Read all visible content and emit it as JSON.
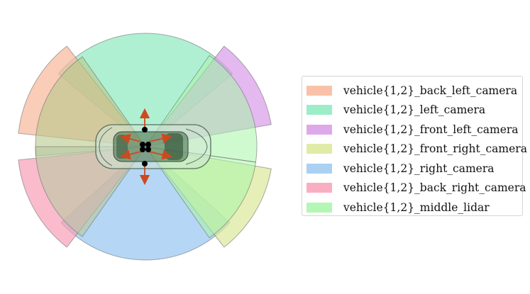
{
  "legend": {
    "entries": [
      {
        "label": "vehicle{1,2}_back_left_camera",
        "color": "#f8b89a"
      },
      {
        "label": "vehicle{1,2}_left_camera",
        "color": "#8deac0"
      },
      {
        "label": "vehicle{1,2}_front_left_camera",
        "color": "#d99be8"
      },
      {
        "label": "vehicle{1,2}_front_right_camera",
        "color": "#dbe89a"
      },
      {
        "label": "vehicle{1,2}_right_camera",
        "color": "#9cc8f0"
      },
      {
        "label": "vehicle{1,2}_back_right_camera",
        "color": "#f8a0b8"
      },
      {
        "label": "vehicle{1,2}_middle_lidar",
        "color": "#a8f5a8"
      }
    ]
  },
  "colors": {
    "background": "#ffffff",
    "sensor_dot": "#000000",
    "arrow": "#cc4a1e",
    "car_body": "#cfe3d6",
    "car_outline": "#56705c",
    "legend_border": "#d4d4d4"
  }
}
